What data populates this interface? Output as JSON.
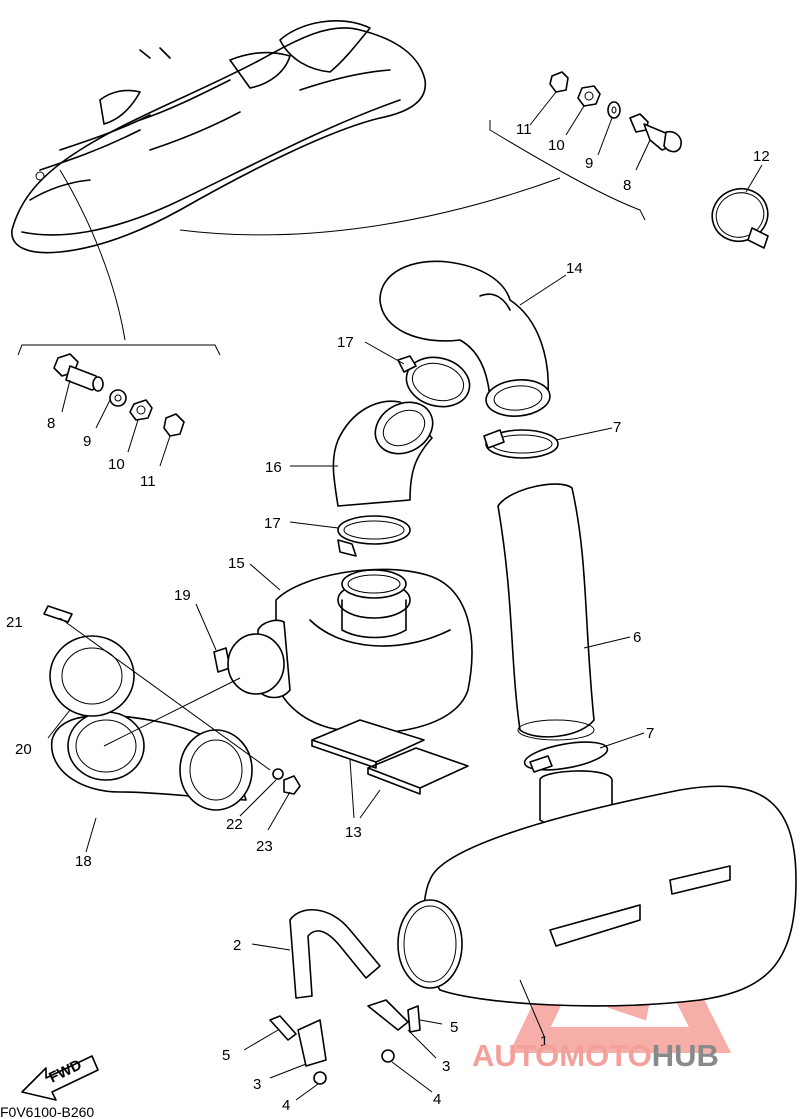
{
  "diagram_code": "F0V6100-B260",
  "fwd_label": "FWD",
  "watermark": {
    "part1": "AUTO",
    "part2": "MOTO",
    "part3": "HUB",
    "color_light": "#f4a09a",
    "color_dark": "#8a8a8a"
  },
  "callouts": [
    {
      "id": "c1",
      "text": "1"
    },
    {
      "id": "c2",
      "text": "2"
    },
    {
      "id": "c3a",
      "text": "3"
    },
    {
      "id": "c3b",
      "text": "3"
    },
    {
      "id": "c4a",
      "text": "4"
    },
    {
      "id": "c4b",
      "text": "4"
    },
    {
      "id": "c5a",
      "text": "5"
    },
    {
      "id": "c5b",
      "text": "5"
    },
    {
      "id": "c6",
      "text": "6"
    },
    {
      "id": "c7a",
      "text": "7"
    },
    {
      "id": "c7b",
      "text": "7"
    },
    {
      "id": "c8a",
      "text": "8"
    },
    {
      "id": "c8b",
      "text": "8"
    },
    {
      "id": "c9a",
      "text": "9"
    },
    {
      "id": "c9b",
      "text": "9"
    },
    {
      "id": "c10a",
      "text": "10"
    },
    {
      "id": "c10b",
      "text": "10"
    },
    {
      "id": "c11a",
      "text": "11"
    },
    {
      "id": "c11b",
      "text": "11"
    },
    {
      "id": "c12",
      "text": "12"
    },
    {
      "id": "c13",
      "text": "13"
    },
    {
      "id": "c14",
      "text": "14"
    },
    {
      "id": "c15",
      "text": "15"
    },
    {
      "id": "c16",
      "text": "16"
    },
    {
      "id": "c17a",
      "text": "17"
    },
    {
      "id": "c17b",
      "text": "17"
    },
    {
      "id": "c18",
      "text": "18"
    },
    {
      "id": "c19",
      "text": "19"
    },
    {
      "id": "c20",
      "text": "20"
    },
    {
      "id": "c21",
      "text": "21"
    },
    {
      "id": "c22",
      "text": "22"
    },
    {
      "id": "c23",
      "text": "23"
    }
  ]
}
